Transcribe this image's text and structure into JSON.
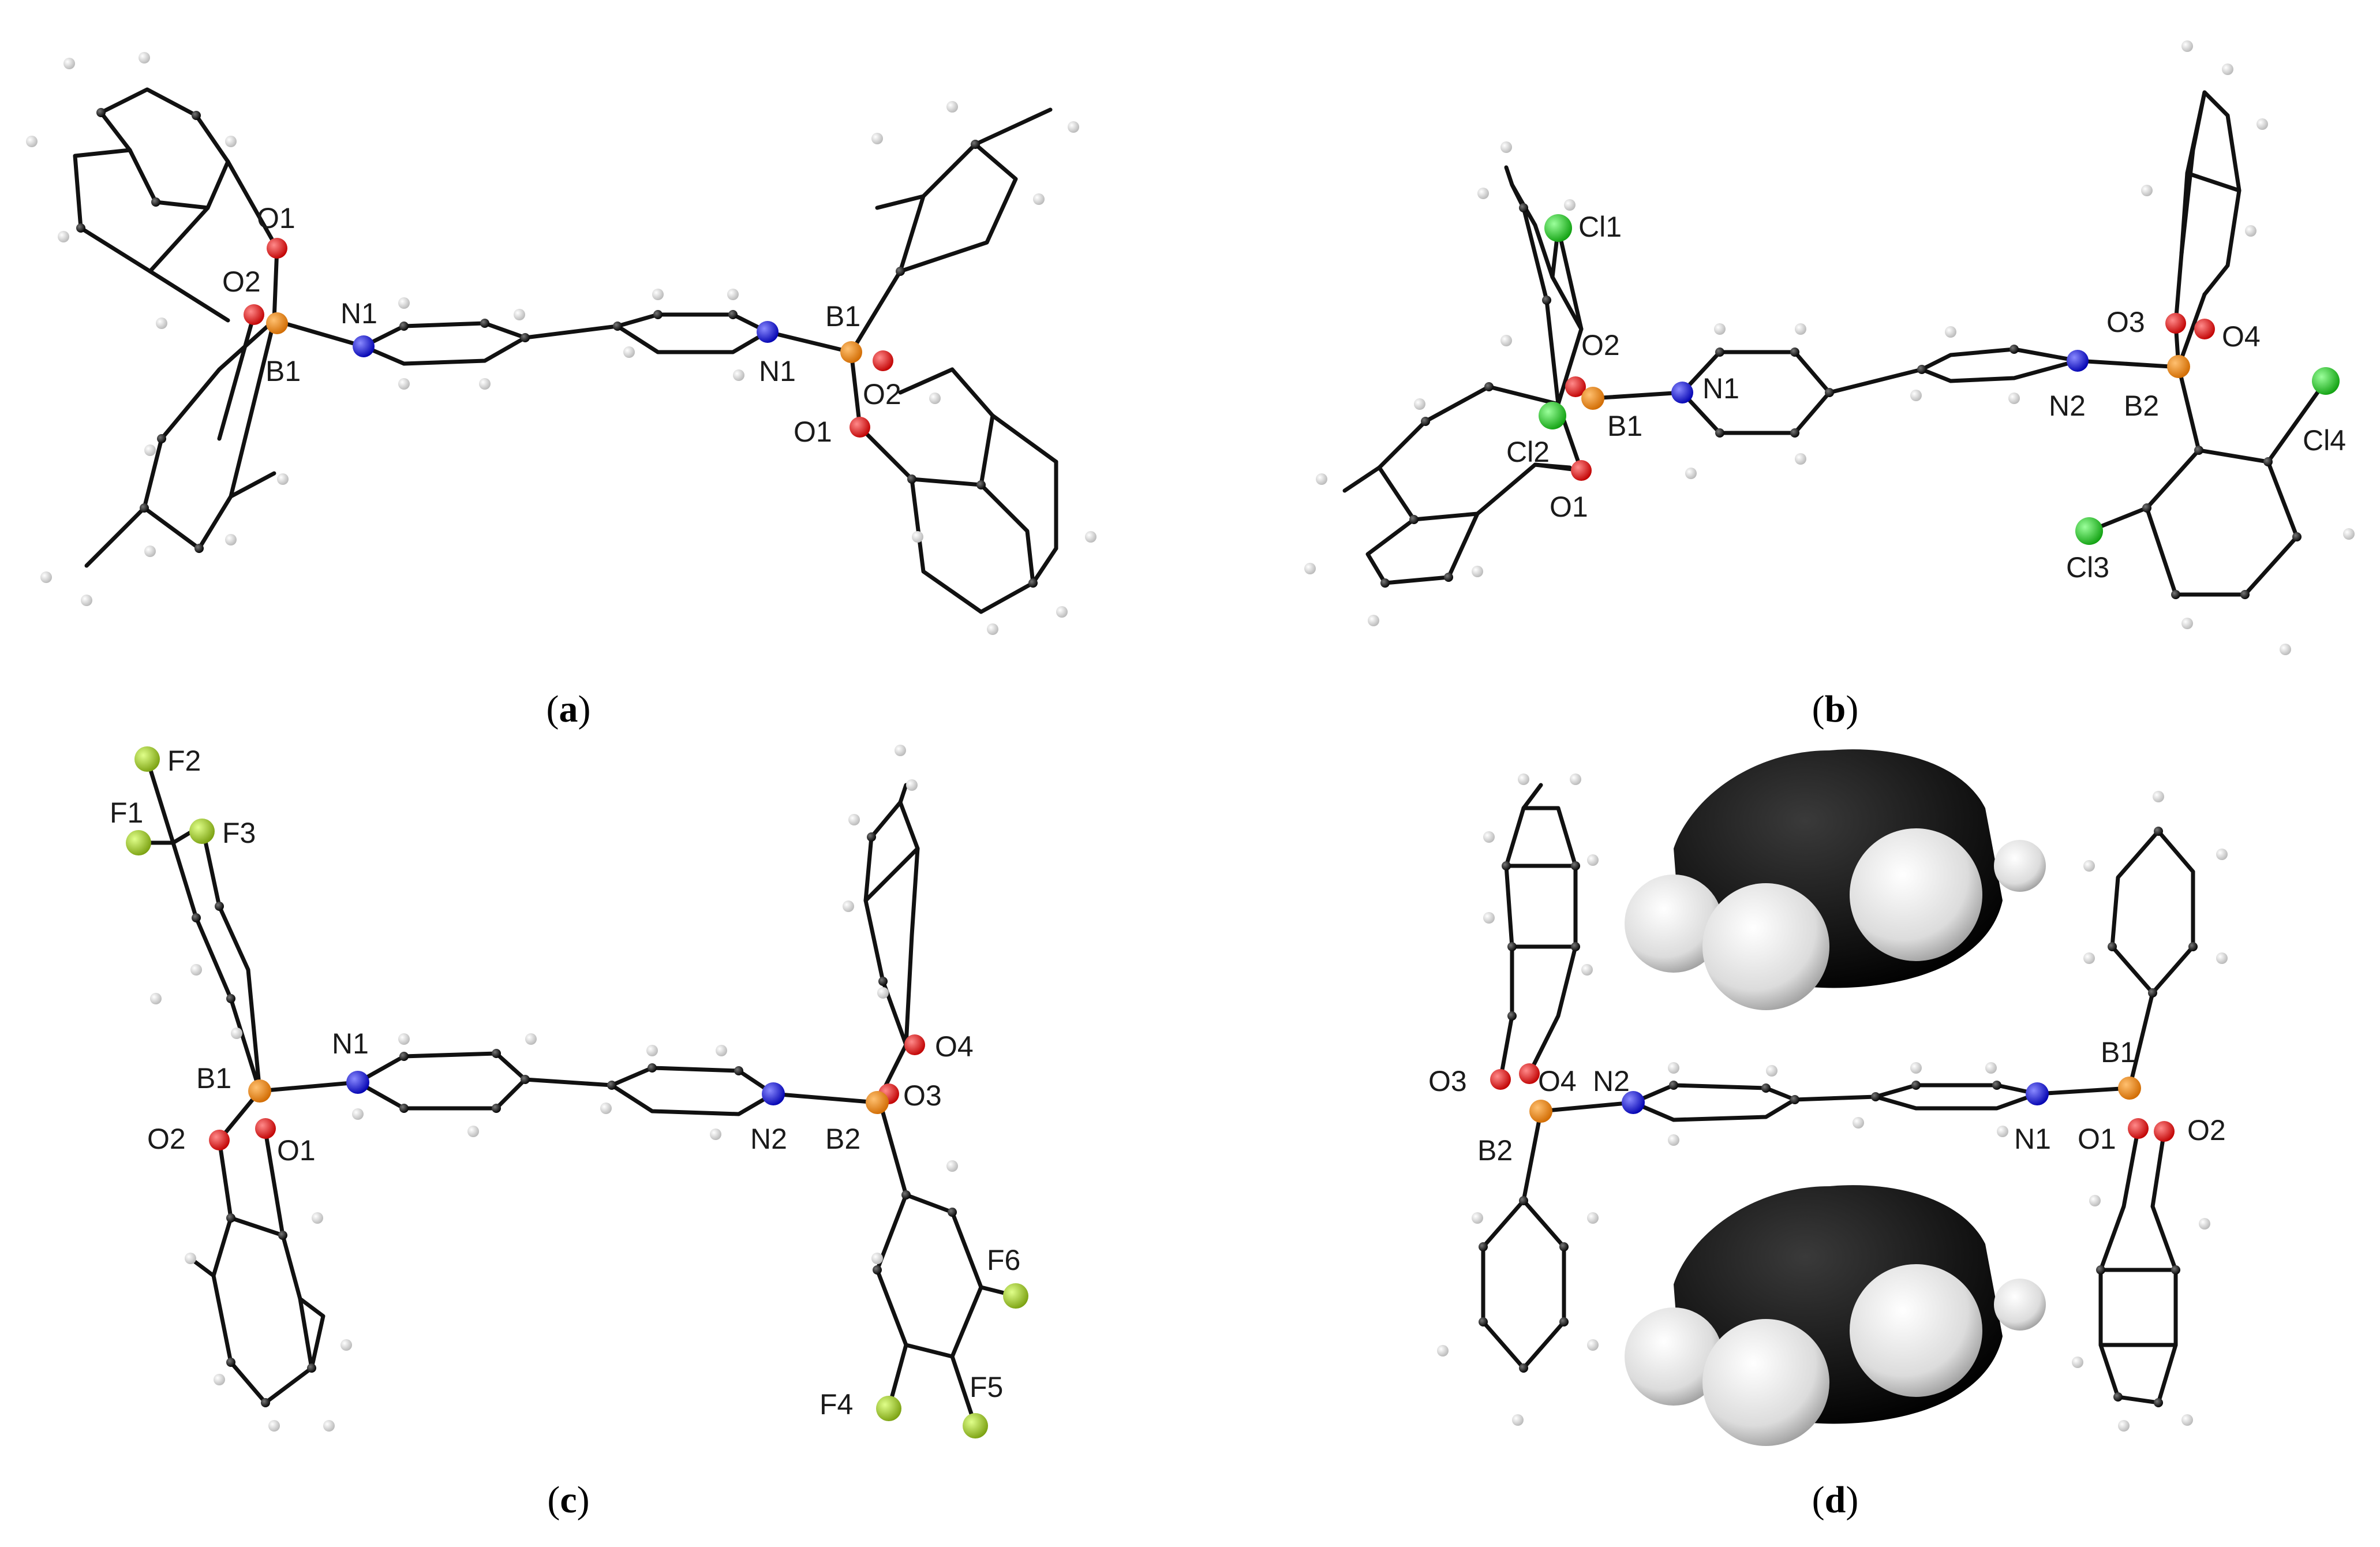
{
  "colors": {
    "boron": "#f08a1c",
    "oxygen": "#e81010",
    "nitrogen": "#1a1ae0",
    "chlorine": "#22cc22",
    "fluorine": "#99cc22",
    "carbon": "#111111",
    "hydrogen": "#e6e6e6"
  },
  "panels": [
    {
      "id": "a",
      "caption_open": "(",
      "caption_letter": "a",
      "caption_close": ")",
      "labels": [
        "O1",
        "O2",
        "B1",
        "N1",
        "B1",
        "N1",
        "O2",
        "O1"
      ]
    },
    {
      "id": "b",
      "caption_open": "(",
      "caption_letter": "b",
      "caption_close": ")",
      "labels": [
        "Cl1",
        "O2",
        "B1",
        "N1",
        "Cl2",
        "O1",
        "O3",
        "O4",
        "N2",
        "B2",
        "Cl4",
        "Cl3"
      ]
    },
    {
      "id": "c",
      "caption_open": "(",
      "caption_letter": "c",
      "caption_close": ")",
      "labels": [
        "F2",
        "F1",
        "F3",
        "N1",
        "B1",
        "O2",
        "O1",
        "O4",
        "O3",
        "N2",
        "B2",
        "F6",
        "F5",
        "F4"
      ]
    },
    {
      "id": "d",
      "caption_open": "(",
      "caption_letter": "d",
      "caption_close": ")",
      "labels": [
        "O3",
        "O4",
        "N2",
        "B2",
        "B1",
        "N1",
        "O1",
        "O2"
      ]
    }
  ]
}
